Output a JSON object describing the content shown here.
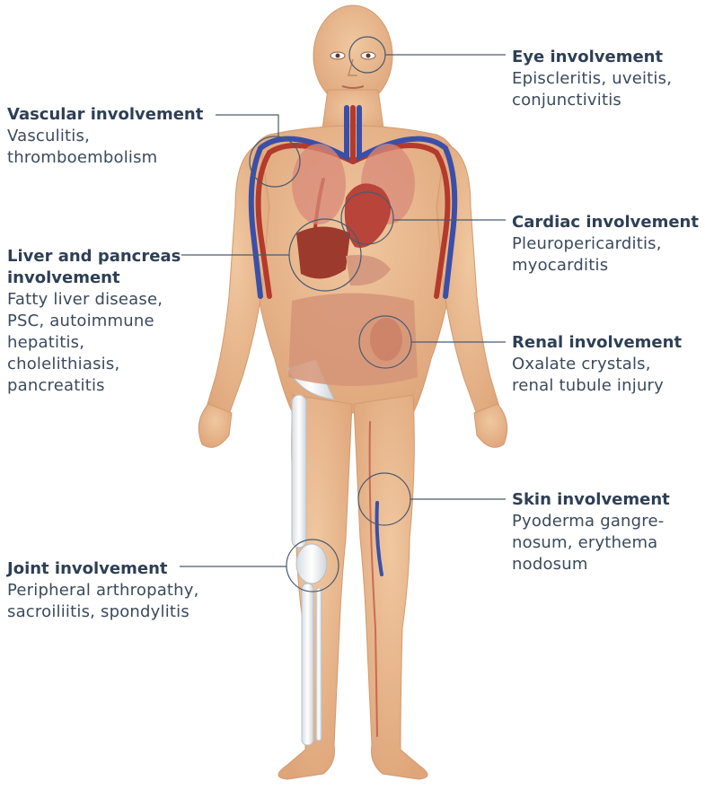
{
  "labels": {
    "eye": {
      "title": "Eye involvement",
      "desc": "Episcleritis, uveitis,\nconjunctivitis"
    },
    "vascular": {
      "title": "Vascular involvement",
      "desc": "Vasculitis,\nthromboembolism"
    },
    "cardiac": {
      "title": "Cardiac involvement",
      "desc": "Pleuropericarditis,\nmyocarditis"
    },
    "liver": {
      "title": "Liver and pancreas\ninvolvement",
      "desc": "Fatty liver disease,\nPSC, autoimmune\nhepatitis,\ncholelithiasis,\npancreatitis"
    },
    "renal": {
      "title": "Renal involvement",
      "desc": "Oxalate crystals,\nrenal tubule injury"
    },
    "skin": {
      "title": "Skin involvement",
      "desc": "Pyoderma gangre-\nnosum, erythema\nnodosum"
    },
    "joint": {
      "title": "Joint involvement",
      "desc": "Peripheral arthropathy,\nsacroiliitis, spondylitis"
    }
  },
  "colors": {
    "skin": "#e8b98e",
    "skin_shadow": "#d9a074",
    "artery": "#b43a2c",
    "vein": "#3a4fa8",
    "organ": "#c45a45",
    "bone": "#eef0f2",
    "callout_line": "#4a5a70",
    "text": "#3b4a5c"
  }
}
